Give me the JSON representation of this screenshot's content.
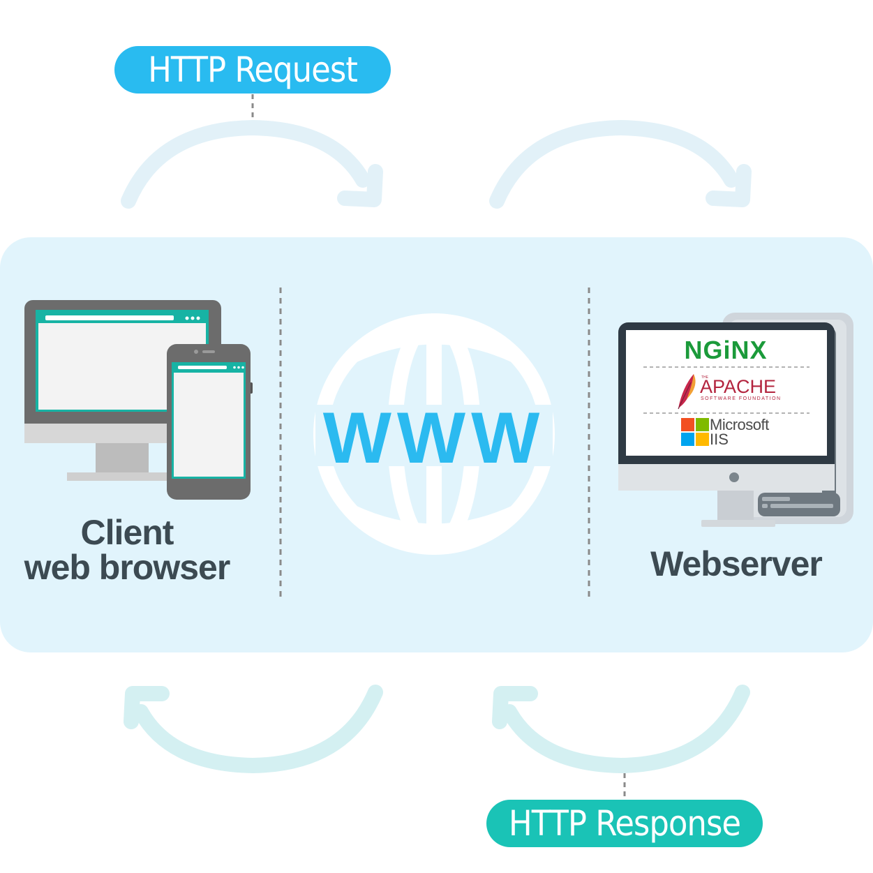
{
  "request": {
    "label": "HTTP Request",
    "color": "#29bbf0"
  },
  "response": {
    "label": "HTTP Response",
    "color": "#1ac3b6"
  },
  "client": {
    "line1": "Client",
    "line2": "web browser"
  },
  "internet": {
    "label": "WWW",
    "color": "#2bbaf0"
  },
  "server": {
    "label": "Webserver",
    "nginx": "NGiNX",
    "apache": "APACHE",
    "apache_the": "THE",
    "apache_sub": "SOFTWARE FOUNDATION",
    "ms": "Microsoft",
    "iis": "IIS"
  },
  "icons": [
    "arrow-request-1-icon",
    "arrow-request-2-icon",
    "arrow-response-1-icon",
    "arrow-response-2-icon",
    "monitor-icon",
    "smartphone-icon",
    "globe-icon",
    "server-monitor-icon",
    "server-tower-icon",
    "apache-feather-icon",
    "windows-logo-icon"
  ]
}
